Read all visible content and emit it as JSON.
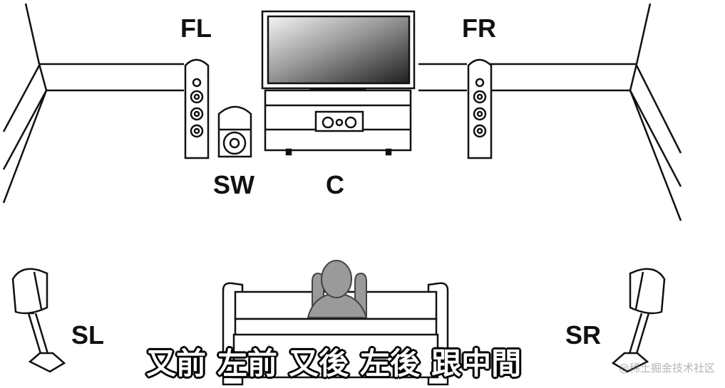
{
  "speakers": {
    "fl": "FL",
    "fr": "FR",
    "sw": "SW",
    "c": "C",
    "sl": "SL",
    "sr": "SR"
  },
  "subtitles": [
    "又前",
    "左前",
    "又後",
    "左後",
    "跟中間"
  ],
  "watermark": "@稀土掘金技术社区",
  "colors": {
    "line": "#111111",
    "person": "#9a9a9a",
    "screen_light": "#f2f2f2",
    "screen_dark": "#222222"
  }
}
